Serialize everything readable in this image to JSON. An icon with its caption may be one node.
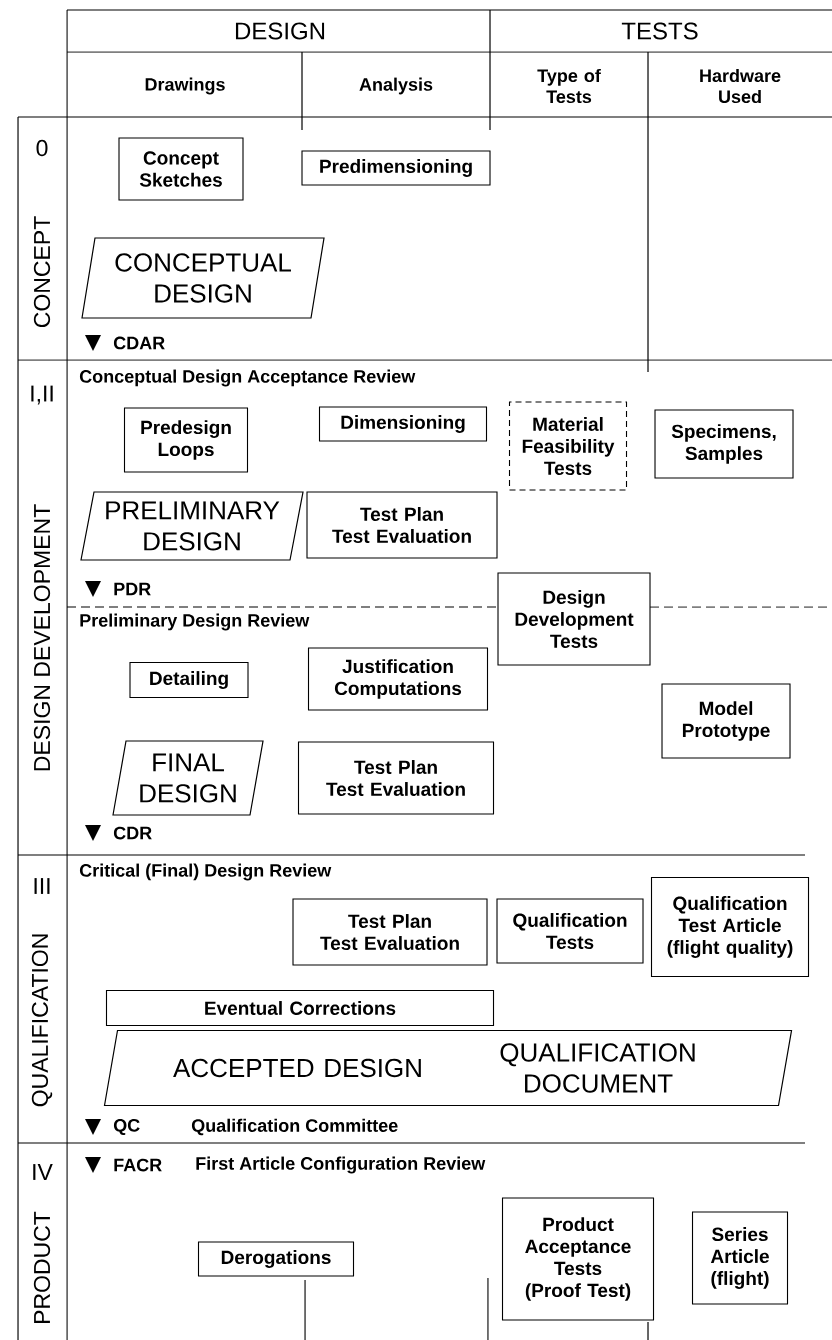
{
  "diagram": {
    "nodes": [
      {
        "text": [
          "Concept Sketches"
        ]
      },
      {
        "text": [
          "Predimensioning"
        ]
      },
      {
        "text": [
          "CONCEPTUAL DESIGN"
        ]
      },
      {
        "text": [
          "Predesign Loops"
        ]
      },
      {
        "text": [
          "Dimensioning"
        ]
      },
      {
        "text": [
          "Material Feasibility Tests"
        ]
      },
      {
        "text": [
          "Specimens, Samples"
        ]
      },
      {
        "text": [
          "PRELIMINARY DESIGN"
        ]
      },
      {
        "text": [
          "Test Plan",
          "Test Evaluation"
        ]
      },
      {
        "text": [
          "Design Development Tests"
        ]
      },
      {
        "text": [
          "Detailing"
        ]
      },
      {
        "text": [
          "Justification Computations"
        ]
      },
      {
        "text": [
          "Model Prototype"
        ]
      },
      {
        "text": [
          "FINAL DESIGN"
        ]
      },
      {
        "text": [
          "Test Plan",
          "Test Evaluation"
        ]
      },
      {
        "text": [
          "Test Plan",
          "Test Evaluation"
        ]
      },
      {
        "text": [
          "Qualification Tests"
        ]
      },
      {
        "text": [
          "Qualification Test Article (flight quality)"
        ]
      },
      {
        "text": [
          "Eventual Corrections"
        ]
      },
      {
        "text": [
          "ACCEPTED DESIGN",
          "QUALIFICATION DOCUMENT"
        ]
      },
      {
        "text": [
          "Product Acceptance Tests (Proof Test)"
        ]
      },
      {
        "text": [
          "Series Article (flight)"
        ]
      },
      {
        "text": [
          "Derogations"
        ]
      }
    ],
    "labels": [
      "DESIGN",
      "TESTS",
      "Drawings",
      "Analysis",
      "Type of Tests",
      "Hardware Used",
      "0",
      "CONCEPT",
      "CDAR",
      "Conceptual Design Acceptance Review",
      "I,II",
      "DESIGN DEVELOPMENT",
      "PDR",
      "Preliminary Design Review",
      "CDR",
      "III",
      "Critical (Final) Design Review",
      "QUALIFICATION",
      "QC",
      "Qualification Committee",
      "IV",
      "FACR",
      "First Article Configuration Review",
      "PRODUCT"
    ]
  }
}
